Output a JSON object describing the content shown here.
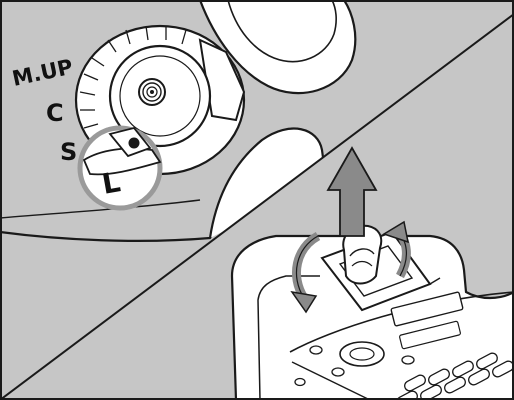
{
  "dial": {
    "labels": {
      "mirror_up": "M.UP",
      "continuous": "C",
      "single": "S",
      "lock": "L"
    }
  },
  "colors": {
    "background_gray": "#c6c6c6",
    "line": "#1a1a1a",
    "lock_highlight": "#9a9a9a",
    "arrow_gray": "#8a8a8a"
  },
  "icons": {
    "lift_arrow": "arrow-up-icon",
    "rotate_left": "rotate-counterclockwise-icon",
    "rotate_right": "rotate-clockwise-icon",
    "tripod_socket": "screw-socket-icon"
  }
}
